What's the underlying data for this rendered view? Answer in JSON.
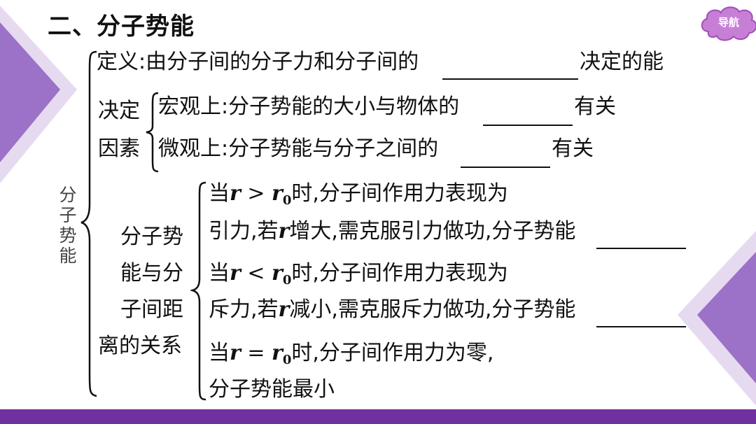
{
  "heading": "二、分子势能",
  "nav_button": "导航",
  "side_label_chars": [
    "分",
    "子",
    "势",
    "能"
  ],
  "definition": {
    "text_before": "定义:由分子间的分子力和分子间的",
    "text_after": "决定的能"
  },
  "factors": {
    "label_line1": "决定",
    "label_line2": "因素",
    "macro": {
      "text": "宏观上:分子势能的大小与物体的",
      "after": "有关"
    },
    "micro": {
      "text": "微观上:分子势能与分子之间的",
      "after": "有关"
    }
  },
  "relation": {
    "label_lines": [
      "分子势",
      "能与分",
      "子间距",
      "离的关系"
    ],
    "case1": {
      "pre": "当",
      "var": "r",
      "op": " > ",
      "var2": "r",
      "sub": "0",
      "post": "时,分子间作用力表现为",
      "line2_a": "引力,若",
      "line2_var": "r",
      "line2_b": "增大,需克服引力做功,分子势能"
    },
    "case2": {
      "pre": "当",
      "var": "r",
      "op": " < ",
      "var2": "r",
      "sub": "0",
      "post": "时,分子间作用力表现为",
      "line2_a": "斥力,若",
      "line2_var": "r",
      "line2_b": "减小,需克服斥力做功,分子势能"
    },
    "case3": {
      "pre": "当",
      "var": "r",
      "op": " = ",
      "var2": "r",
      "sub": "0",
      "post": "时,分子间作用力为零,",
      "line2": "分子势能最小"
    }
  },
  "colors": {
    "accent": "#7030a0",
    "triangle_dark": "#9a6fc4",
    "triangle_light": "#d9c6ea",
    "nav_cloud": "#c77fd6"
  }
}
